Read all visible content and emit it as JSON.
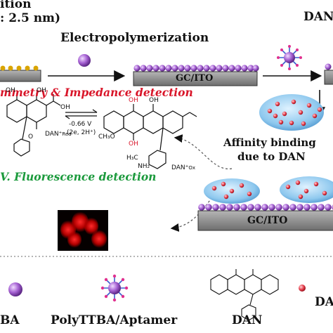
{
  "top": {
    "line1": "ition",
    "line2": ": 2.5 nm)",
    "electropolymerization": "Electropolymerization",
    "dan_top": "DAN",
    "electrode_mid": "GC/ITO"
  },
  "detection": {
    "voltammetry": "mmetry & Impedance detection",
    "fluorescence": "V. Fluorescence detection"
  },
  "redox": {
    "potential": "-0.66 V",
    "electrons": "(2e, 2H⁺)",
    "red_label": "DAN⁺",
    "red_sub": "Red",
    "ox_label": "DAN⁺",
    "ox_sub": "Ox",
    "methoxy": "CH₃O",
    "methyl": "H₃C",
    "amine": "NH₂",
    "oh": "OH",
    "o": "O"
  },
  "binding": {
    "line1": "Affinity binding",
    "line2": "due to DAN",
    "electrode": "GC/ITO"
  },
  "legend": {
    "tba": "BA",
    "polyttba": "PolyTTBA/Aptamer",
    "dan": "DAN",
    "right": "DA"
  },
  "colors": {
    "monomer": "#9b59b6",
    "dan_particle": "#e8404a",
    "gold": "#d9a400",
    "electrode_gray": "#8c8c8c",
    "red_text": "#d9162a",
    "green_text": "#1b9a3c"
  }
}
